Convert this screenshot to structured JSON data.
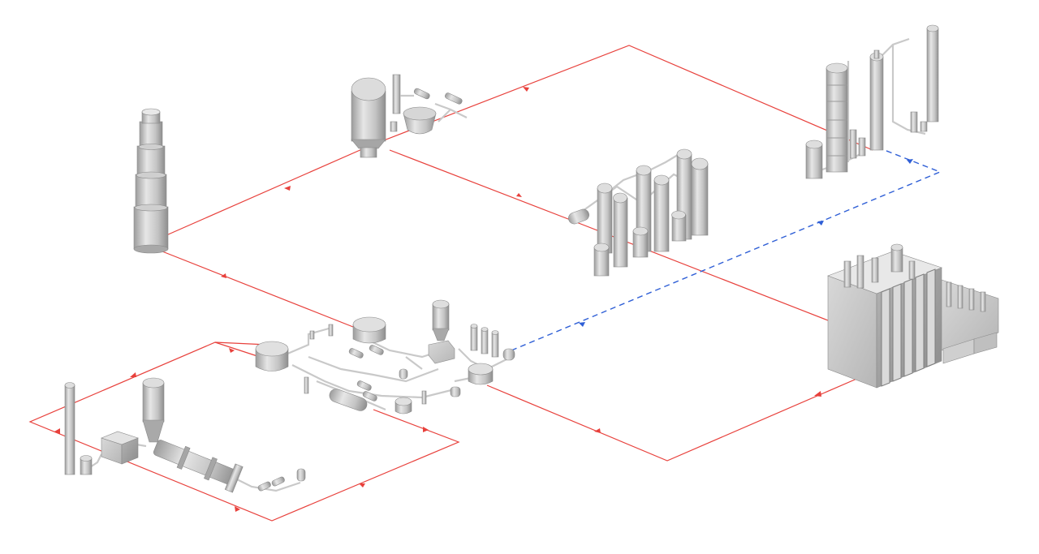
{
  "colors": {
    "main_flow": "#e8413c",
    "recycle_flow": "#2f5fd6",
    "equipment_light": "#e4e4e4",
    "equipment_mid": "#bdbdbd",
    "equipment_dark": "#8f8f8f",
    "background": "#ffffff"
  },
  "diagram": {
    "type": "isometric process plant flow diagram",
    "units": [
      {
        "id": "reformer",
        "icon": "reformer-furnace-icon"
      },
      {
        "id": "tower-cluster",
        "icon": "distillation-columns-icon"
      },
      {
        "id": "tall-stack",
        "icon": "stack-tower-icon"
      },
      {
        "id": "separator-unit",
        "icon": "vertical-vessel-icon"
      },
      {
        "id": "column-train",
        "icon": "column-train-icon"
      },
      {
        "id": "processing-hub",
        "icon": "tank-pump-hub-icon"
      },
      {
        "id": "kiln-unit",
        "icon": "rotary-kiln-icon"
      }
    ],
    "flows": [
      {
        "id": "main-flow",
        "style": "solid-red-arrowed"
      },
      {
        "id": "recycle-flow",
        "style": "dashed-blue-arrowed"
      }
    ]
  }
}
